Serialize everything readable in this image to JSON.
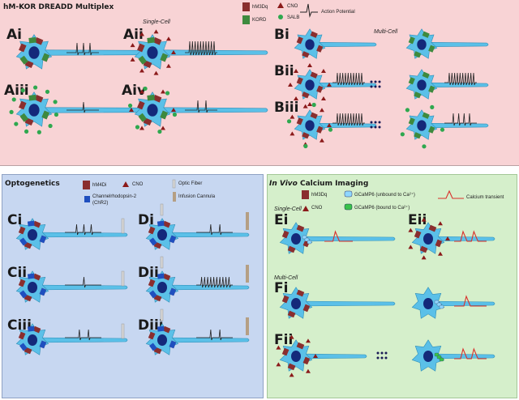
{
  "panels": {
    "top": {
      "title": "hM-KOR DREADD Multiplex",
      "bg": "#f8d3d5",
      "legend": {
        "hm3dq": "hM3Dq",
        "kord": "KORD",
        "cno": "CNO",
        "salb": "SALB",
        "ap": "Action Potential"
      },
      "sub_single": "Single-Cell",
      "sub_multi": "Multi-Cell",
      "labels": [
        "Ai",
        "Aii",
        "Aiii",
        "Aiv",
        "Bi",
        "Bii",
        "Biii"
      ]
    },
    "opto": {
      "title": "Optogenetics",
      "bg": "#c7d7f1",
      "legend": {
        "hm4di": "hM4Di",
        "cno": "CNO",
        "optic": "Optic Fiber",
        "chr2a": "Channelrhodopsin-2",
        "chr2b": "(ChR2)",
        "cannula": "Infusion Cannula"
      },
      "labels": [
        "Ci",
        "Di",
        "Cii",
        "Dii",
        "Ciii",
        "Diii"
      ]
    },
    "calcium": {
      "title_italic": "In Vivo",
      "title_rest": " Calcium Imaging",
      "bg": "#d5efcb",
      "legend": {
        "hm3dq": "hM3Dq",
        "cno": "CNO",
        "gcamp_unbound": "GCaMP6 (unbound to Ca²⁺)",
        "gcamp_bound": "GCaMP6 (bound to Ca²⁺)",
        "transient": "Calcium transient"
      },
      "sub_single": "Single-Cell",
      "sub_multi": "Multi-Cell",
      "labels": [
        "Ei",
        "Eii",
        "Fi",
        "Fii"
      ]
    }
  },
  "colors": {
    "neuron": "#5bc0e8",
    "receptor": "#8a2e2e",
    "kord": "#3e8a3e",
    "cno": "#8b1a1a",
    "salb": "#2fa84f",
    "chr2": "#1f4fbf",
    "transient": "#d9302b",
    "gcamp_unbound": "#8fd7ff",
    "gcamp_bound": "#38c24a"
  }
}
